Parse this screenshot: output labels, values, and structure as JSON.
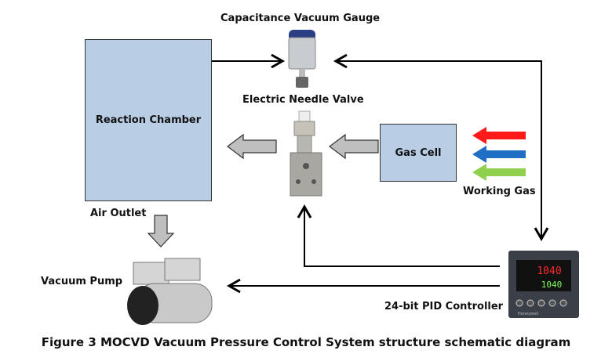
{
  "labels": {
    "gauge": "Capacitance Vacuum Gauge",
    "valve": "Electric Needle Valve",
    "chamber": "Reaction Chamber",
    "gas_cell": "Gas Cell",
    "working_gas": "Working Gas",
    "air_outlet": "Air Outlet",
    "pump": "Vacuum Pump",
    "controller": "24-bit PID Controller"
  },
  "controller_display": {
    "pv": "1040",
    "sp": "1040",
    "brand": "Honeywell"
  },
  "caption": "Figure 3 MOCVD Vacuum Pressure Control System structure schematic diagram",
  "colors": {
    "box_fill": "#b9cde5",
    "gas_red": "#ff1a1a",
    "gas_blue": "#1f6fc4",
    "gas_green": "#8fd14f",
    "block_arrow": "#bfbfbf"
  }
}
